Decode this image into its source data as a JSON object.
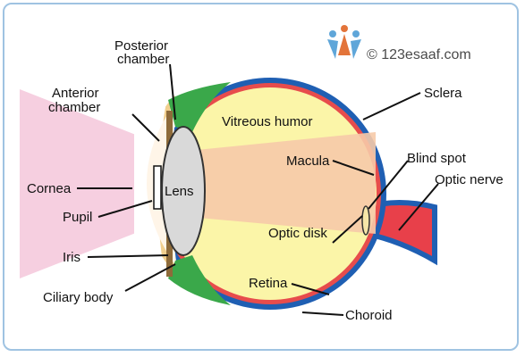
{
  "watermark": {
    "text": "© 123esaaf.com",
    "logo_icon": "people-logo-icon"
  },
  "labels": {
    "posterior_chamber_1": "Posterior",
    "posterior_chamber_2": "chamber",
    "anterior_chamber_1": "Anterior",
    "anterior_chamber_2": "chamber",
    "cornea": "Cornea",
    "pupil": "Pupil",
    "iris": "Iris",
    "ciliary_body": "Ciliary body",
    "lens": "Lens",
    "vitreous_humor": "Vitreous humor",
    "macula": "Macula",
    "optic_disk": "Optic disk",
    "retina": "Retina",
    "choroid": "Choroid",
    "sclera": "Sclera",
    "blind_spot": "Blind spot",
    "optic_nerve": "Optic nerve"
  },
  "colors": {
    "light_beam": "#f6cfe0",
    "cornea": "#f1cf8e",
    "sclera": "#1f5fb3",
    "choroid": "#e74c4c",
    "vitreous": "#fbf5a8",
    "light_cone": "#f6caa9",
    "ciliary": "#3aa84a",
    "lens": "#d9d9d9",
    "frame": "#9fc3e2"
  }
}
